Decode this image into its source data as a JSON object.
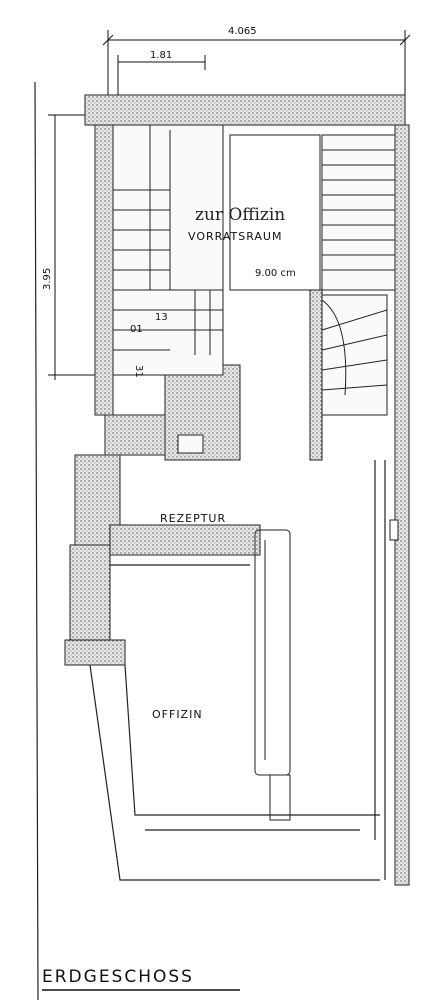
{
  "dimensions": {
    "total_width": "4.065",
    "inner_width": "1.81",
    "height_left": "3.95",
    "stair_small_1": "01",
    "stair_small_2": "13",
    "stair_small_3": "31"
  },
  "labels": {
    "handwritten_note": "zur Offizin",
    "vorratsraum": "VORRATSRAUM",
    "vorratsraum_height": "9.00 cm",
    "rezeptur": "REZEPTUR",
    "offizin": "OFFIZIN",
    "floor_title": "ERDGESCHOSS"
  }
}
